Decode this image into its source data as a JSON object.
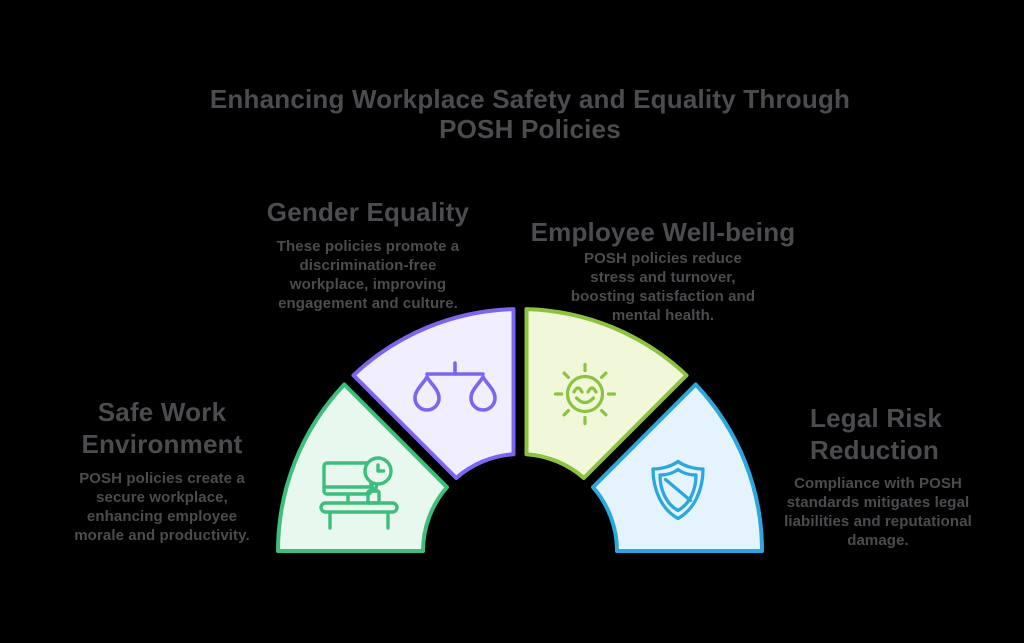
{
  "canvas": {
    "background": "#000000"
  },
  "text_color": "#4b4c50",
  "title": {
    "lines": [
      "Enhancing Workplace Safety and Equality Through",
      "POSH Policies"
    ]
  },
  "sections": {
    "safe_work": {
      "heading_lines": [
        "Safe Work",
        "Environment"
      ],
      "body_lines": [
        "POSH policies create a",
        "secure workplace,",
        "enhancing employee",
        "morale and productivity."
      ],
      "fill": "#e8f8ef",
      "stroke": "#3dbe7d",
      "icon": "desk-clock-icon"
    },
    "gender": {
      "heading_lines": [
        "Gender Equality"
      ],
      "body_lines": [
        "These policies promote a",
        "discrimination-free",
        "workplace, improving",
        "engagement and culture."
      ],
      "fill": "#f1eefd",
      "stroke": "#7d66ef",
      "icon": "scales-of-justice-icon"
    },
    "wellbeing": {
      "heading_lines": [
        "Employee Well-being"
      ],
      "body_lines": [
        "POSH policies reduce",
        "stress and turnover,",
        "boosting satisfaction and",
        "mental health."
      ],
      "fill": "#f1f8da",
      "stroke": "#8bc23f",
      "icon": "smiling-sun-icon"
    },
    "legal": {
      "heading_lines": [
        "Legal Risk",
        "Reduction"
      ],
      "body_lines": [
        "Compliance with POSH",
        "standards mitigates legal",
        "liabilities and reputational",
        "damage."
      ],
      "fill": "#e5f4fc",
      "stroke": "#2ba7de",
      "icon": "shield-stripe-icon"
    }
  }
}
